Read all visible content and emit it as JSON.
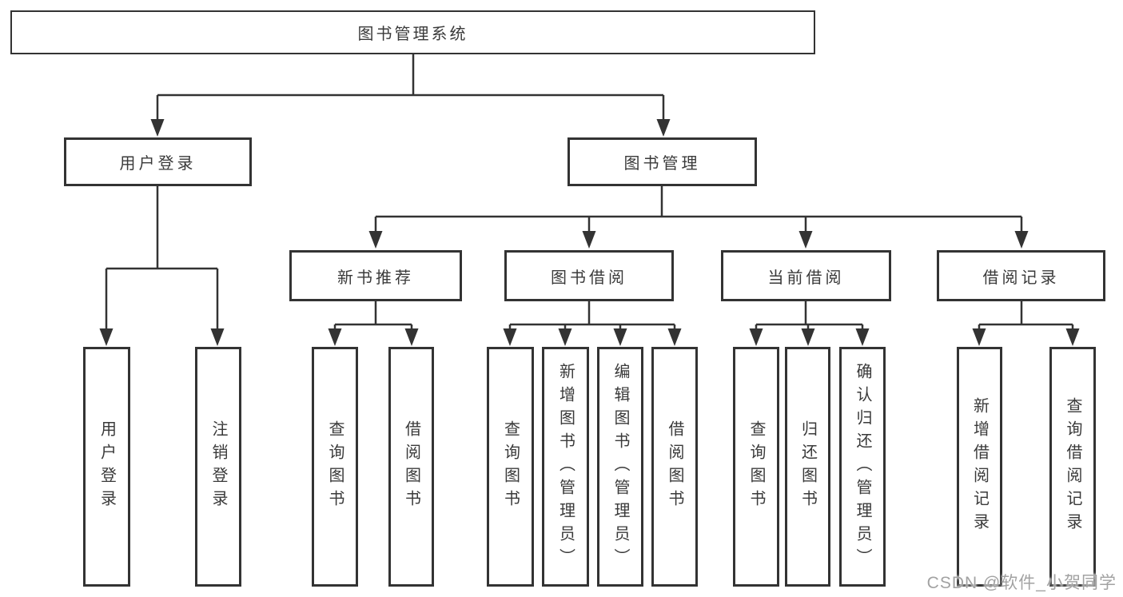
{
  "diagram": {
    "title": "图书管理系统",
    "level2": {
      "user_login": "用户登录",
      "book_mgmt": "图书管理"
    },
    "level3": {
      "new_books": "新书推荐",
      "book_borrow": "图书借阅",
      "current_borrow": "当前借阅",
      "borrow_records": "借阅记录"
    },
    "leaves": {
      "user_login": [
        "用户登录",
        "注销登录"
      ],
      "new_books": [
        "查询图书",
        "借阅图书"
      ],
      "book_borrow": [
        "查询图书",
        "新增图书（管理员）",
        "编辑图书（管理员）",
        "借阅图书"
      ],
      "current_borrow": [
        "查询图书",
        "归还图书",
        "确认归还（管理员）"
      ],
      "borrow_records": [
        "新增借阅记录",
        "查询借阅记录"
      ]
    }
  },
  "watermark": "CSDN @软件_小贺同学",
  "colors": {
    "line": "#333333",
    "border": "#333333",
    "text": "#3a3a3a",
    "watermark": "#a2a2a2",
    "background": "#ffffff"
  }
}
